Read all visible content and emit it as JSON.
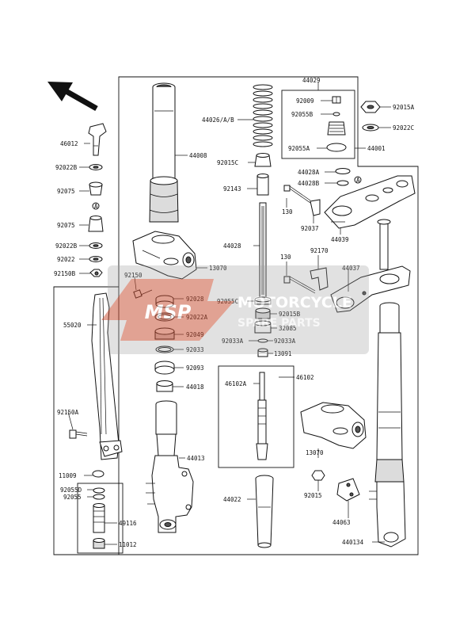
{
  "callouts": [
    {
      "id": "c44029",
      "text": "44029"
    },
    {
      "id": "c44026",
      "text": "44026/A/B"
    },
    {
      "id": "c92009",
      "text": "92009"
    },
    {
      "id": "c92055B",
      "text": "92055B"
    },
    {
      "id": "c92055A",
      "text": "92055A"
    },
    {
      "id": "c44001",
      "text": "44001"
    },
    {
      "id": "c92015A",
      "text": "92015A"
    },
    {
      "id": "c92022C",
      "text": "92022C"
    },
    {
      "id": "c46012",
      "text": "46012"
    },
    {
      "id": "c44008",
      "text": "44008"
    },
    {
      "id": "c92022B_1",
      "text": "92022B"
    },
    {
      "id": "c92015C",
      "text": "92015C"
    },
    {
      "id": "c44028A",
      "text": "44028A"
    },
    {
      "id": "c44028B",
      "text": "44028B"
    },
    {
      "id": "c92075_1",
      "text": "92075"
    },
    {
      "id": "c92143",
      "text": "92143"
    },
    {
      "id": "c92075_2",
      "text": "92075"
    },
    {
      "id": "c130_1",
      "text": "130"
    },
    {
      "id": "c92037",
      "text": "92037"
    },
    {
      "id": "c44039",
      "text": "44039"
    },
    {
      "id": "c92022B_2",
      "text": "92022B"
    },
    {
      "id": "c44028",
      "text": "44028"
    },
    {
      "id": "c92022",
      "text": "92022"
    },
    {
      "id": "c92150B",
      "text": "92150B"
    },
    {
      "id": "c13070_1",
      "text": "13070"
    },
    {
      "id": "c130_2",
      "text": "130"
    },
    {
      "id": "c92170",
      "text": "92170"
    },
    {
      "id": "c44037",
      "text": "44037"
    },
    {
      "id": "c92150",
      "text": "92150"
    },
    {
      "id": "c92028",
      "text": "92028"
    },
    {
      "id": "c92055C",
      "text": "92055C"
    },
    {
      "id": "c92015B",
      "text": "92015B"
    },
    {
      "id": "c55020",
      "text": "55020"
    },
    {
      "id": "c92022A",
      "text": "92022A"
    },
    {
      "id": "c32085",
      "text": "32085"
    },
    {
      "id": "c92049",
      "text": "92049"
    },
    {
      "id": "c92033A_1",
      "text": "92033A"
    },
    {
      "id": "c92033A_2",
      "text": "92033A"
    },
    {
      "id": "c92033",
      "text": "92033"
    },
    {
      "id": "c13091",
      "text": "13091"
    },
    {
      "id": "c92093",
      "text": "92093"
    },
    {
      "id": "c46102",
      "text": "46102"
    },
    {
      "id": "c44018",
      "text": "44018"
    },
    {
      "id": "c46102A",
      "text": "46102A"
    },
    {
      "id": "c92150A",
      "text": "92150A"
    },
    {
      "id": "c13070_2",
      "text": "13070"
    },
    {
      "id": "c44013",
      "text": "44013"
    },
    {
      "id": "c11009",
      "text": "11009"
    },
    {
      "id": "c92055D",
      "text": "92055D"
    },
    {
      "id": "c92055",
      "text": "92055"
    },
    {
      "id": "c92015",
      "text": "92015"
    },
    {
      "id": "c44022",
      "text": "44022"
    },
    {
      "id": "c44063",
      "text": "44063"
    },
    {
      "id": "c49116",
      "text": "49116"
    },
    {
      "id": "c11012",
      "text": "11012"
    },
    {
      "id": "c44013A",
      "text": "440134"
    },
    {
      "id": "cA_1",
      "text": "A"
    },
    {
      "id": "cA_2",
      "text": "A"
    }
  ],
  "watermark": {
    "badge": "MSP",
    "line1": "MOTORCYCLE",
    "line2": "SPARE PARTS",
    "color": "#c8492c"
  }
}
